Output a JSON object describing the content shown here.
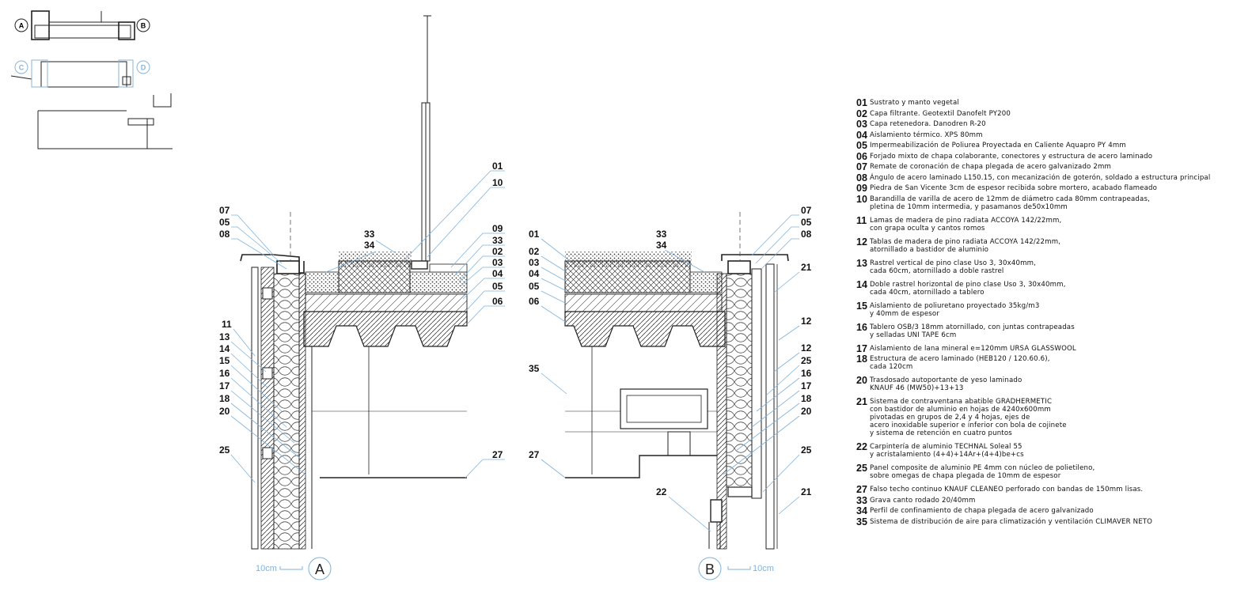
{
  "key_plan": {
    "markers": [
      "A",
      "B",
      "C",
      "D"
    ]
  },
  "section_a": {
    "label": "A",
    "scale_label": "10cm",
    "callouts_left": [
      "07",
      "05",
      "08",
      "11",
      "13",
      "14",
      "15",
      "16",
      "17",
      "18",
      "20",
      "25"
    ],
    "callouts_right": [
      "01",
      "10",
      "09",
      "33",
      "02",
      "03",
      "04",
      "05",
      "06",
      "27"
    ],
    "callouts_top": [
      "33",
      "34"
    ]
  },
  "section_b": {
    "label": "B",
    "scale_label": "10cm",
    "callouts_left": [
      "01",
      "02",
      "03",
      "04",
      "05",
      "06",
      "35",
      "27",
      "22"
    ],
    "callouts_right": [
      "07",
      "05",
      "08",
      "21",
      "12",
      "12",
      "25",
      "16",
      "17",
      "18",
      "20",
      "25",
      "21"
    ],
    "callouts_top": [
      "33",
      "34"
    ]
  },
  "legend": [
    {
      "num": "01",
      "text": "Sustrato y manto vegetal"
    },
    {
      "num": "02",
      "text": "Capa filtrante. Geotextil Danofelt PY200"
    },
    {
      "num": "03",
      "text": "Capa retenedora. Danodren R-20"
    },
    {
      "num": "04",
      "text": "Aislamiento térmico. XPS 80mm"
    },
    {
      "num": "05",
      "text": "Impermeabilización de Poliurea Proyectada en Caliente Aquapro PY 4mm"
    },
    {
      "num": "06",
      "text": "Forjado mixto de chapa colaborante, conectores y estructura de acero laminado"
    },
    {
      "num": "07",
      "text": "Remate de coronación de chapa plegada de acero galvanizado 2mm"
    },
    {
      "num": "08",
      "text": "Ángulo de acero laminado L150.15, con mecanización de goterón, soldado a estructura principal"
    },
    {
      "num": "09",
      "text": "Piedra de San Vicente 3cm de espesor recibida sobre mortero, acabado flameado"
    },
    {
      "num": "10",
      "text": "Barandilla de varilla de acero de 12mm de diámetro cada 80mm contrapeadas,\npletina de 10mm intermedia, y pasamanos de50x10mm"
    },
    {
      "num": "11",
      "text": "Lamas de madera de pino radiata ACCOYA 142/22mm,\ncon grapa oculta y cantos romos"
    },
    {
      "num": "12",
      "text": "Tablas de madera de pino radiata ACCOYA 142/22mm,\natornillado a bastidor de aluminio"
    },
    {
      "num": "13",
      "text": "Rastrel vertical de pino clase Uso 3, 30x40mm,\ncada 60cm, atornillado a doble rastrel"
    },
    {
      "num": "14",
      "text": "Doble rastrel horizontal de pino clase Uso 3, 30x40mm,\n cada 40cm, atornillado a tablero"
    },
    {
      "num": "15",
      "text": "Aislamiento de poliuretano proyectado 35kg/m3\ny 40mm de espesor"
    },
    {
      "num": "16",
      "text": "Tablero OSB/3 18mm atornillado, con juntas contrapeadas\ny selladas UNI TAPE 6cm"
    },
    {
      "num": "17",
      "text": "Aislamiento de lana mineral e=120mm URSA GLASSWOOL"
    },
    {
      "num": "18",
      "text": "Estructura de acero laminado (HEB120 / 120.60.6),\ncada 120cm"
    },
    {
      "num": "20",
      "text": "Trasdosado autoportante de yeso laminado\nKNAUF 46 (MW50)+13+13"
    },
    {
      "num": "21",
      "text": "Sistema de contraventana abatible GRADHERMETIC\ncon bastidor de aluminio en hojas de 4240x600mm\npivotadas en grupos de 2,4 y 4 hojas, ejes de\nacero inoxidable superior e inferior con bola de cojinete\ny sistema de retención en cuatro puntos"
    },
    {
      "num": "22",
      "text": "Carpintería de aluminio TECHNAL Soleal 55\ny acristalamiento (4+4)+14Ar+(4+4)be+cs"
    },
    {
      "num": "25",
      "text": "Panel composite de aluminio PE 4mm con núcleo de polietileno,\nsobre omegas de chapa plegada de 10mm de espesor"
    },
    {
      "num": "27",
      "text": "Falso techo continuo KNAUF CLEANEO perforado con bandas de 150mm lisas."
    },
    {
      "num": "33",
      "text": "Grava canto rodado 20/40mm"
    },
    {
      "num": "34",
      "text": "Perfil de confinamiento de chapa plegada de acero galvanizado"
    },
    {
      "num": "35",
      "text": "Sistema de distribución de aire para climatización y ventilación CLIMAVER NETO"
    }
  ]
}
